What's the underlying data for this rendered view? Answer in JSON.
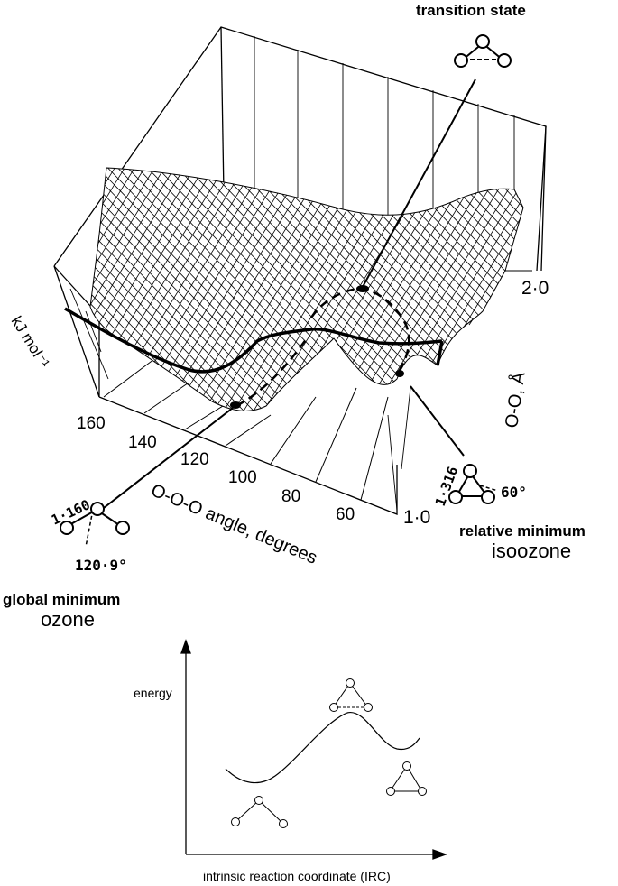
{
  "surface": {
    "z_axis_label": "kJ mol⁻¹",
    "angle_axis_label": "O-O-O angle, degrees",
    "angle_ticks": [
      "160",
      "140",
      "120",
      "100",
      "80",
      "60"
    ],
    "distance_axis_label": "O-O, Å",
    "distance_ticks": [
      "2·0",
      "1·0"
    ]
  },
  "annotations": {
    "transition_state": "transition state",
    "relative_minimum": "relative minimum",
    "isoozone": "isoozone",
    "global_minimum": "global minimum",
    "ozone": "ozone",
    "ozone_bond_length": "1·160",
    "ozone_angle": "120·9°",
    "isoozone_bond_length": "1·316",
    "isoozone_angle": "60°"
  },
  "irc_plot": {
    "ylabel": "energy",
    "xlabel": "intrinsic reaction coordinate (IRC)"
  }
}
